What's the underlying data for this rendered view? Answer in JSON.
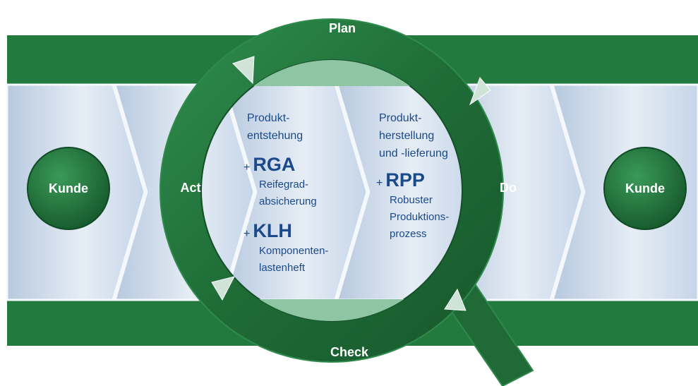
{
  "colors": {
    "green_dark": "#1e6a36",
    "green_band": "#237a3f",
    "green_light": "#8ec5a2",
    "chevron_light": "#dde7f2",
    "chevron_mid": "#b9cbe0",
    "text_blue": "#1a4a8a"
  },
  "ring": {
    "plan": "Plan",
    "do": "Do",
    "check": "Check",
    "act": "Act"
  },
  "customers": {
    "left": "Kunde",
    "right": "Kunde"
  },
  "phase_left": {
    "title_line1": "Produkt-",
    "title_line2": "entstehung",
    "items": [
      {
        "plus": "+",
        "abbr": "RGA",
        "desc_line1": "Reifegrad-",
        "desc_line2": "absicherung"
      },
      {
        "plus": "+",
        "abbr": "KLH",
        "desc_line1": "Komponenten-",
        "desc_line2": "lastenheft"
      }
    ]
  },
  "phase_right": {
    "title_line1": "Produkt-",
    "title_line2": "herstellung",
    "title_line3": "und -lieferung",
    "items": [
      {
        "plus": "+",
        "abbr": "RPP",
        "desc_line1": "Robuster",
        "desc_line2": "Produktions-",
        "desc_line3": "prozess"
      }
    ]
  }
}
